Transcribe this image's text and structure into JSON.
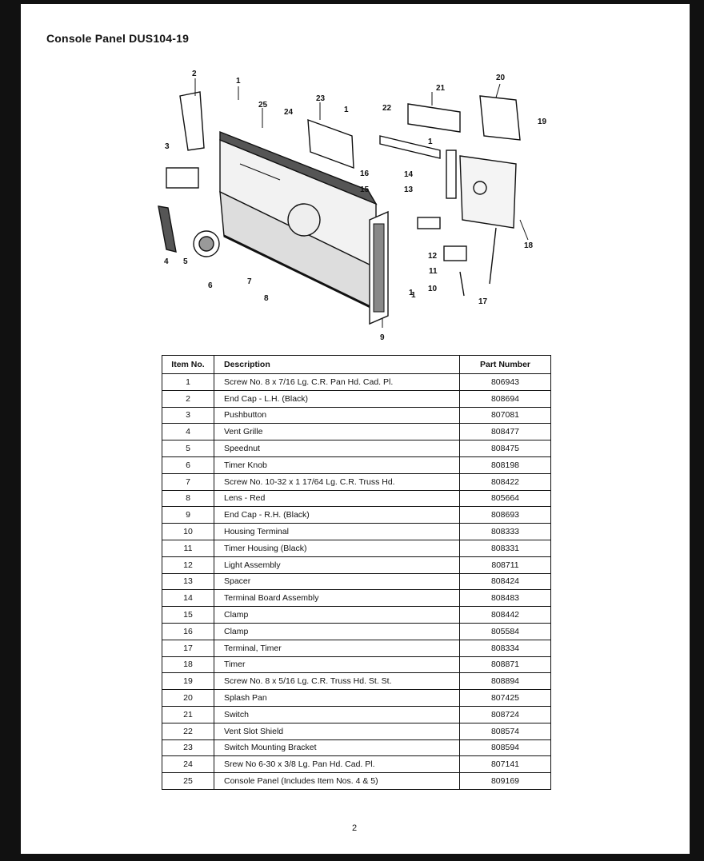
{
  "page": {
    "title": "Console Panel DUS104-19",
    "page_number": "2"
  },
  "diagram": {
    "callouts": [
      "1",
      "1",
      "1",
      "1",
      "1",
      "2",
      "3",
      "4",
      "5",
      "6",
      "7",
      "8",
      "9",
      "10",
      "11",
      "12",
      "13",
      "14",
      "15",
      "16",
      "17",
      "18",
      "19",
      "20",
      "21",
      "22",
      "23",
      "24",
      "25"
    ]
  },
  "table": {
    "headers": [
      "Item No.",
      "Description",
      "Part Number"
    ],
    "rows": [
      [
        "1",
        "Screw No. 8 x 7/16 Lg. C.R. Pan Hd. Cad. Pl.",
        "806943"
      ],
      [
        "2",
        "End Cap - L.H. (Black)",
        "808694"
      ],
      [
        "3",
        "Pushbutton",
        "807081"
      ],
      [
        "4",
        "Vent Grille",
        "808477"
      ],
      [
        "5",
        "Speednut",
        "808475"
      ],
      [
        "6",
        "Timer Knob",
        "808198"
      ],
      [
        "7",
        "Screw No. 10-32 x 1 17/64 Lg. C.R. Truss Hd.",
        "808422"
      ],
      [
        "8",
        "Lens - Red",
        "805664"
      ],
      [
        "9",
        "End Cap - R.H. (Black)",
        "808693"
      ],
      [
        "10",
        "Housing Terminal",
        "808333"
      ],
      [
        "11",
        "Timer Housing (Black)",
        "808331"
      ],
      [
        "12",
        "Light Assembly",
        "808711"
      ],
      [
        "13",
        "Spacer",
        "808424"
      ],
      [
        "14",
        "Terminal Board Assembly",
        "808483"
      ],
      [
        "15",
        "Clamp",
        "808442"
      ],
      [
        "16",
        "Clamp",
        "805584"
      ],
      [
        "17",
        "Terminal, Timer",
        "808334"
      ],
      [
        "18",
        "Timer",
        "808871"
      ],
      [
        "19",
        "Screw No. 8 x 5/16 Lg. C.R. Truss Hd. St. St.",
        "808894"
      ],
      [
        "20",
        "Splash Pan",
        "807425"
      ],
      [
        "21",
        "Switch",
        "808724"
      ],
      [
        "22",
        "Vent Slot Shield",
        "808574"
      ],
      [
        "23",
        "Switch Mounting Bracket",
        "808594"
      ],
      [
        "24",
        "Srew No 6-30 x 3/8 Lg. Pan Hd. Cad. Pl.",
        "807141"
      ],
      [
        "25",
        "Console Panel (Includes Item Nos. 4 & 5)",
        "809169"
      ]
    ]
  }
}
